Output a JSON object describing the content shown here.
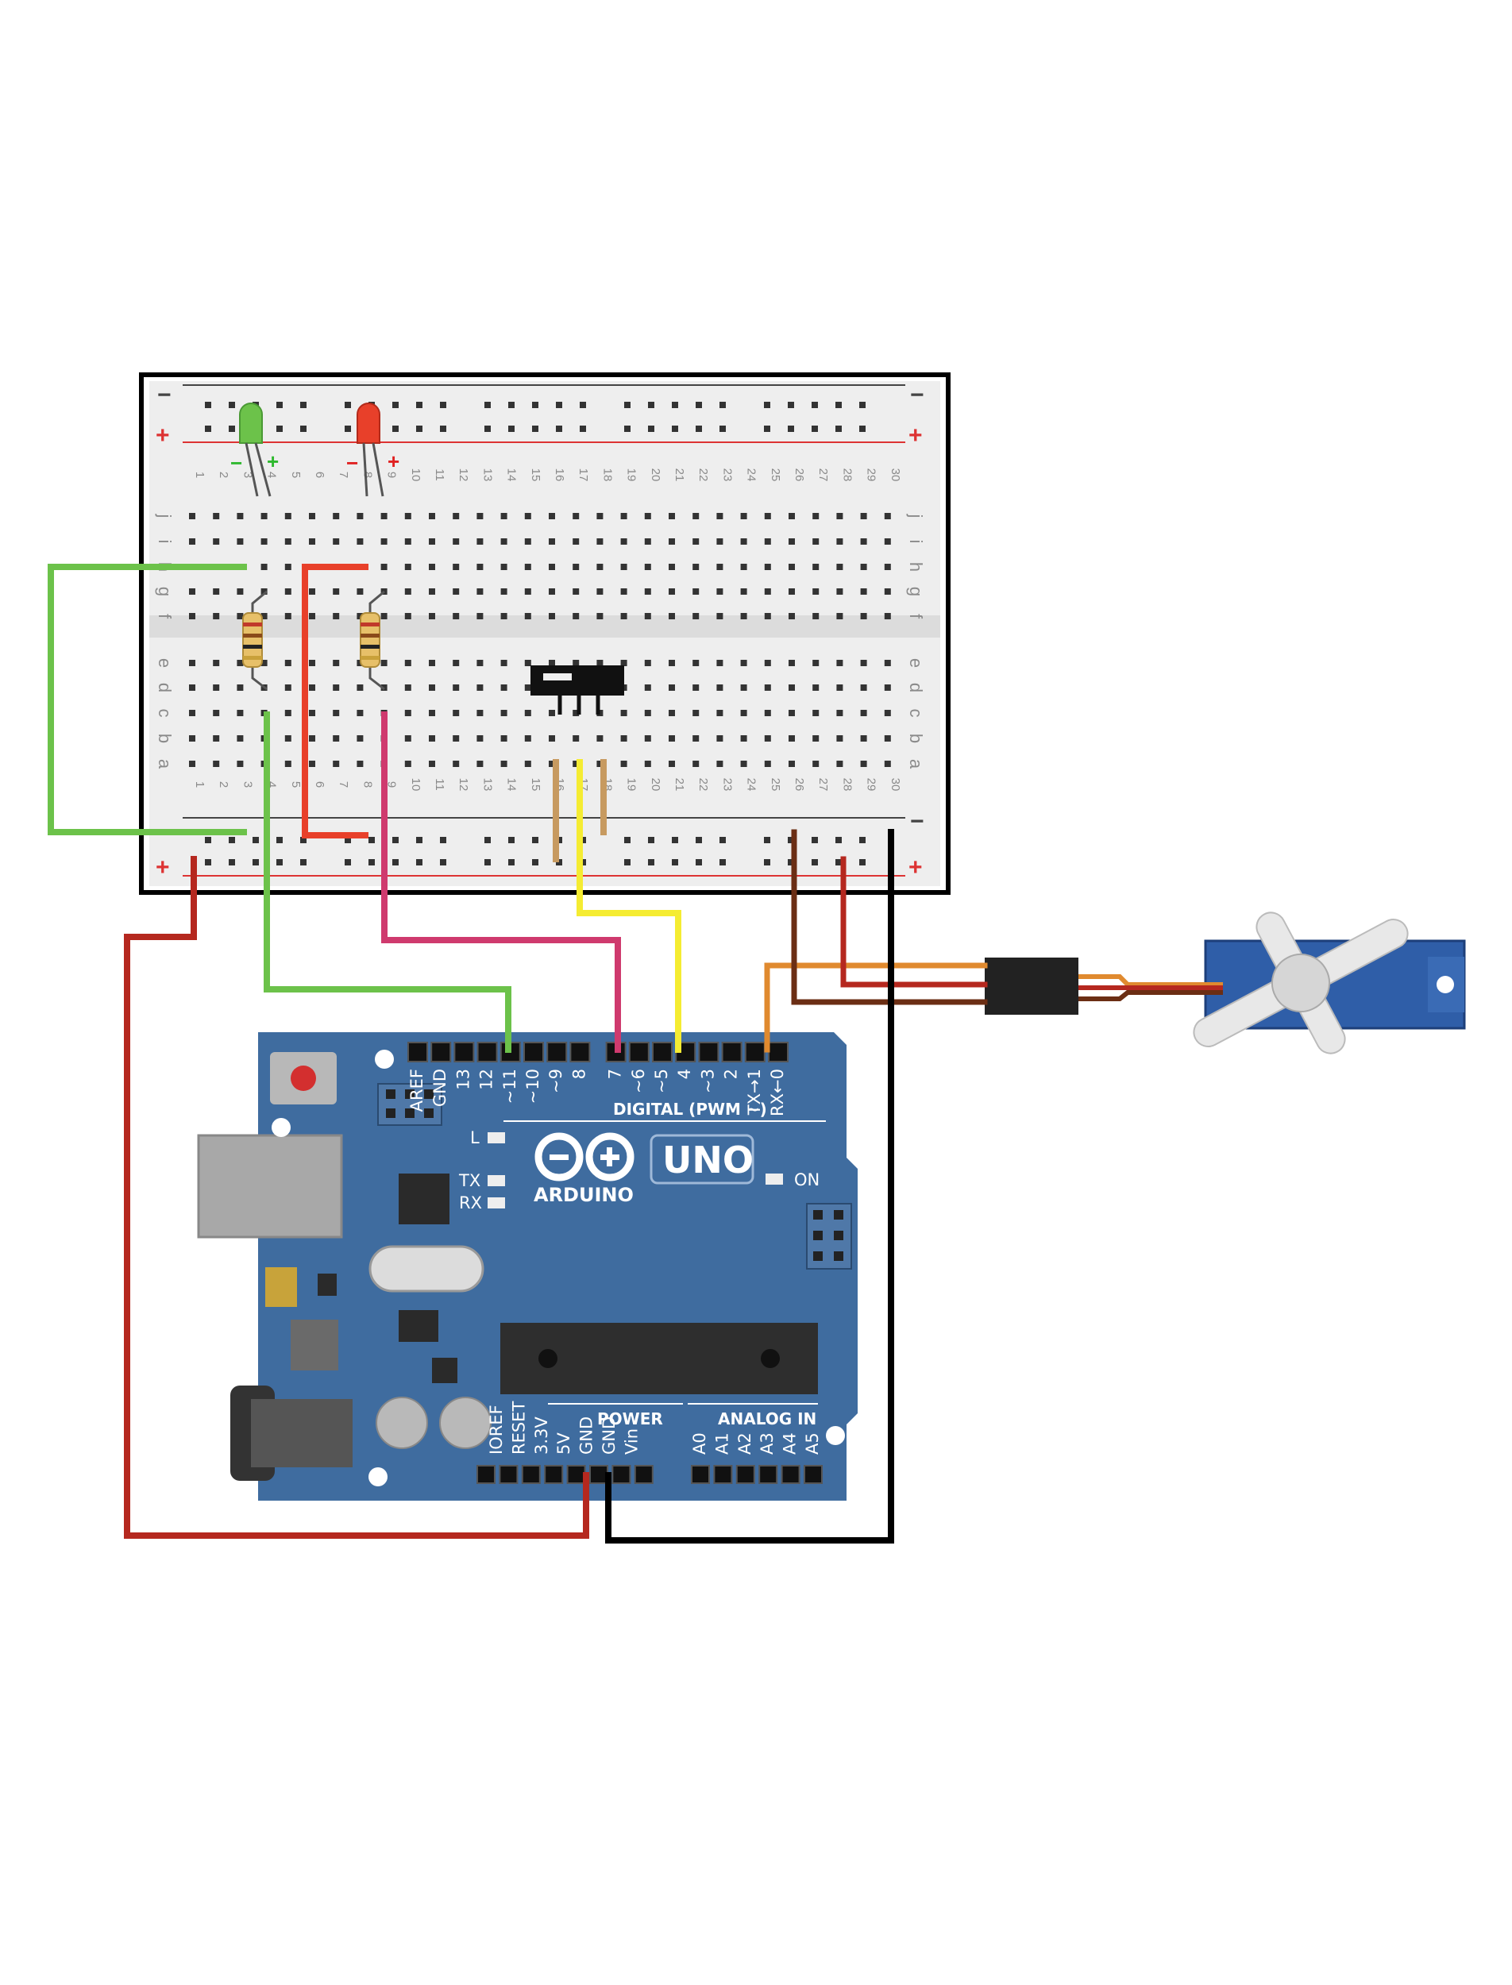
{
  "breadboard": {
    "rail_plus": "+",
    "rail_minus": "−",
    "columns": [
      "1",
      "2",
      "3",
      "4",
      "5",
      "6",
      "7",
      "8",
      "9",
      "10",
      "11",
      "12",
      "13",
      "14",
      "15",
      "16",
      "17",
      "18",
      "19",
      "20",
      "21",
      "22",
      "23",
      "24",
      "25",
      "26",
      "27",
      "28",
      "29",
      "30"
    ],
    "rows_top": [
      "j",
      "i",
      "h",
      "g",
      "f"
    ],
    "rows_bottom": [
      "e",
      "d",
      "c",
      "b",
      "a"
    ]
  },
  "leds": [
    {
      "color": "#6cc24a",
      "minus": "−",
      "plus": "+",
      "plus_color": "#2db82d"
    },
    {
      "color": "#e8402a",
      "minus": "−",
      "plus": "+",
      "plus_color": "#e02020"
    }
  ],
  "wires": {
    "green": "#6cc24a",
    "red": "#e8402a",
    "magenta": "#cf3a6e",
    "yellow": "#f5ec32",
    "tan": "#c79a60",
    "brown": "#6b2e14",
    "dark_red": "#b5281f",
    "black": "#000000",
    "orange": "#e08a2f"
  },
  "arduino": {
    "board_color": "#3f6c9f",
    "digital_pins": [
      "AREF",
      "GND",
      "13",
      "12",
      "~11",
      "~10",
      "~9",
      "8",
      "7",
      "~6",
      "~5",
      "4",
      "~3",
      "2",
      "TX→1",
      "RX←0"
    ],
    "digital_header": "DIGITAL (PWM ~)",
    "led_l": "L",
    "led_tx": "TX",
    "led_rx": "RX",
    "led_on": "ON",
    "brand": "ARDUINO",
    "model": "UNO",
    "power_header": "POWER",
    "analog_header": "ANALOG IN",
    "power_pins": [
      "IOREF",
      "RESET",
      "3.3V",
      "5V",
      "GND",
      "GND",
      "Vin"
    ],
    "analog_pins": [
      "A0",
      "A1",
      "A2",
      "A3",
      "A4",
      "A5"
    ]
  },
  "servo": {
    "body_color": "#2f5ea8",
    "horn_color": "#e8e8e8"
  }
}
